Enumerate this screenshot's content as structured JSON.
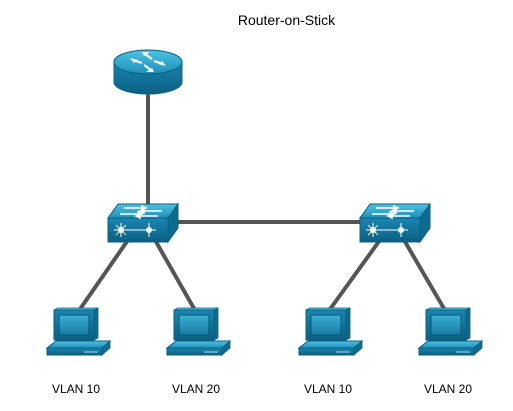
{
  "title": "Router-on-Stick",
  "colors": {
    "device_top": "#2ea3c8",
    "device_side": "#1a7ea3",
    "device_front": "#0f6e95",
    "link": "#555555"
  },
  "devices": {
    "router": {
      "icon": "router-icon"
    },
    "switch_left": {
      "icon": "switch-icon"
    },
    "switch_right": {
      "icon": "switch-icon"
    },
    "pc_1": {
      "icon": "pc-icon",
      "label": "VLAN 10"
    },
    "pc_2": {
      "icon": "pc-icon",
      "label": "VLAN 20"
    },
    "pc_3": {
      "icon": "pc-icon",
      "label": "VLAN 10"
    },
    "pc_4": {
      "icon": "pc-icon",
      "label": "VLAN 20"
    }
  }
}
